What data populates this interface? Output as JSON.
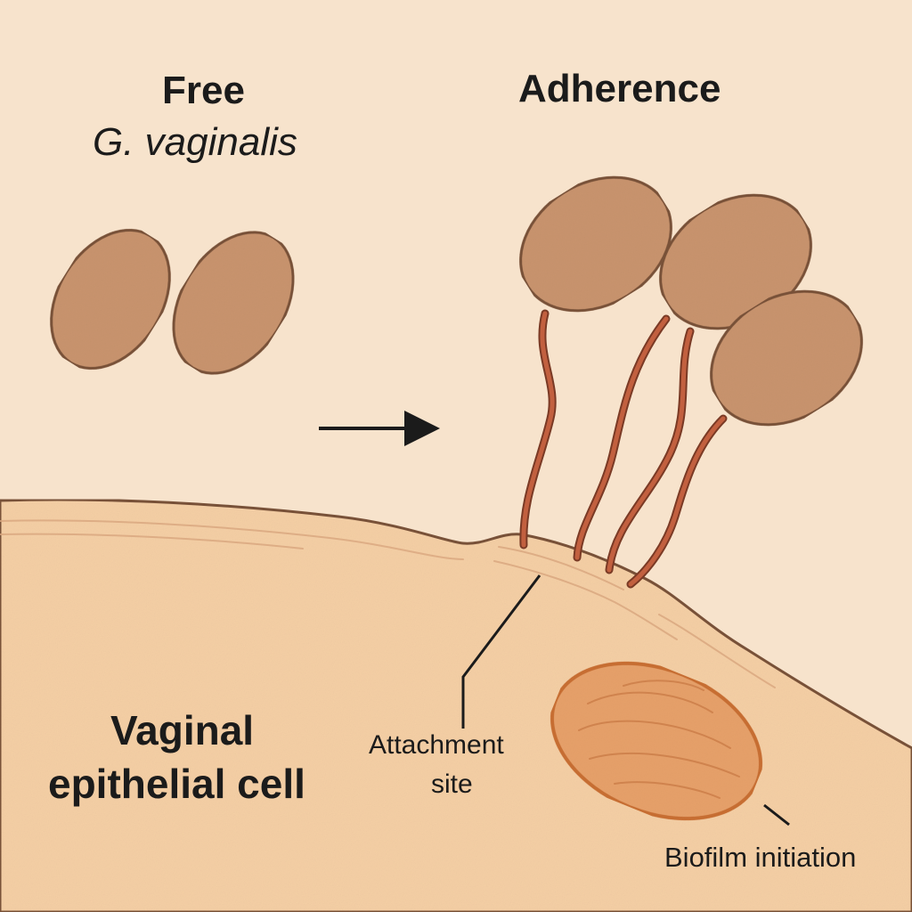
{
  "labels": {
    "free_line1": "Free",
    "free_line2": "G. vaginalis",
    "adherence": "Adherence",
    "cell_line1": "Vaginal",
    "cell_line2": "epithelial cell",
    "attach_line1": "Attachment",
    "attach_line2": "site",
    "biofilm": "Biofilm initiation"
  },
  "colors": {
    "background": "#f7e3cc",
    "cell": "#f5cfa5",
    "bacterium": "#c9946e",
    "outline": "#7a5238",
    "pili": "#b5553a",
    "biofilm": "#e7a16a",
    "ink": "#1b1b1b"
  },
  "icons": {
    "process_arrow": "arrow-right-icon"
  }
}
